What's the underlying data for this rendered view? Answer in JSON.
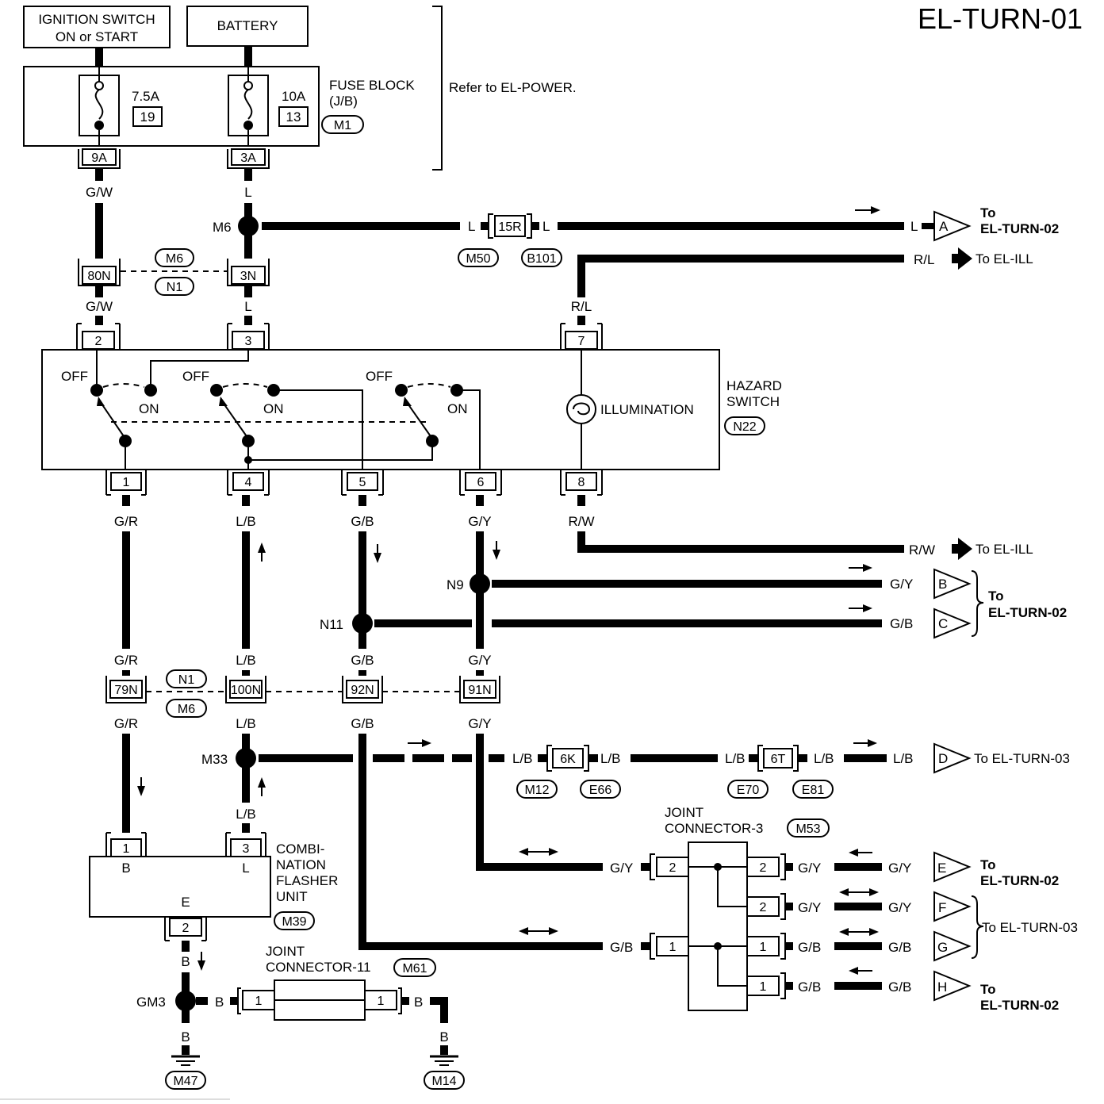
{
  "page_id": "EL-TURN-01",
  "sources": {
    "ignition": "IGNITION SWITCH ON or START",
    "battery": "BATTERY",
    "refer": "Refer to EL-POWER."
  },
  "fuse_block": {
    "name": "FUSE BLOCK",
    "sub": "(J/B)",
    "conn": "M1",
    "fuse1_amp": "7.5A",
    "fuse1_no": "19",
    "fuse2_amp": "10A",
    "fuse2_no": "13",
    "term1": "9A",
    "term2": "3A"
  },
  "wires": {
    "gw": "G/W",
    "l": "L",
    "rl": "R/L",
    "gr": "G/R",
    "lb": "L/B",
    "gb": "G/B",
    "gy": "G/Y",
    "rw": "R/W",
    "b": "B"
  },
  "connectors": {
    "c15r": "15R",
    "m50": "M50",
    "b101": "B101",
    "c80n": "80N",
    "c3n": "3N",
    "m6": "M6",
    "n1": "N1",
    "c79n": "79N",
    "c100n": "100N",
    "c92n": "92N",
    "c91n": "91N",
    "c6k": "6K",
    "m12": "M12",
    "e66": "E66",
    "c6t": "6T",
    "e70": "E70",
    "e81": "E81"
  },
  "junctions": {
    "m6": "M6",
    "n9": "N9",
    "n11": "N11",
    "m33": "M33",
    "gm3": "GM3"
  },
  "hazard_switch": {
    "name_line1": "HAZARD",
    "name_line2": "SWITCH",
    "conn": "N22",
    "off": "OFF",
    "on": "ON",
    "illumination": "ILLUMINATION",
    "pins": [
      "2",
      "3",
      "7",
      "1",
      "4",
      "5",
      "6",
      "8"
    ]
  },
  "flasher": {
    "name_lines": [
      "COMBI-",
      "NATION",
      "FLASHER",
      "UNIT"
    ],
    "conn": "M39",
    "pin1": "1",
    "pin3": "3",
    "pin2": "2",
    "label_b": "B",
    "label_l": "L",
    "label_e": "E"
  },
  "joint11": {
    "line1": "JOINT",
    "line2": "CONNECTOR-11",
    "conn": "M61",
    "pin": "1"
  },
  "joint3": {
    "line1": "JOINT",
    "line2": "CONNECTOR-3",
    "conn": "M53",
    "pins": [
      "2",
      "1",
      "2",
      "2",
      "1",
      "1"
    ]
  },
  "grounds": {
    "g1": "M47",
    "g2": "M14"
  },
  "destinations": {
    "to": "To",
    "el_turn_02": "EL-TURN-02",
    "to_el_ill": "To EL-ILL",
    "to_el_turn_03": "To EL-TURN-03",
    "a": "A",
    "b": "B",
    "c": "C",
    "d": "D",
    "e": "E",
    "f": "F",
    "g": "G",
    "h": "H"
  }
}
